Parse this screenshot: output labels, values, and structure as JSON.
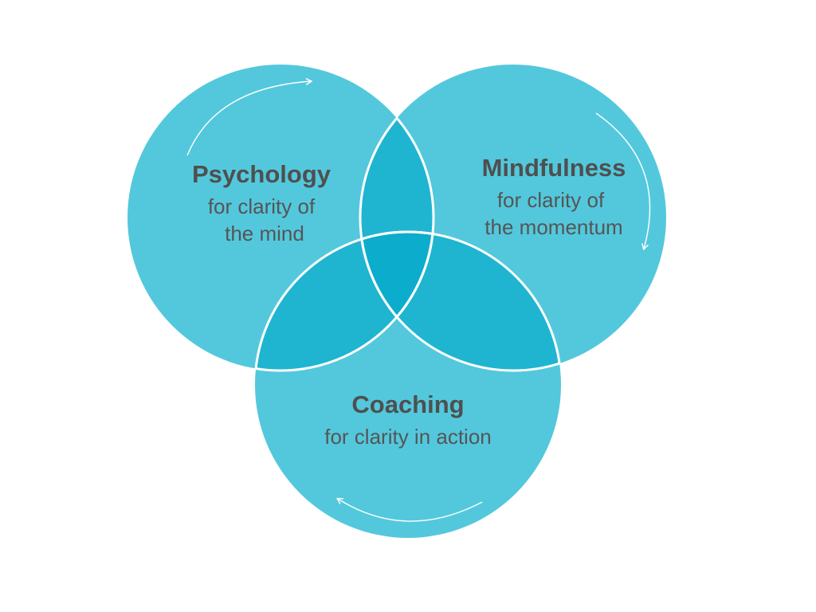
{
  "diagram": {
    "colors": {
      "circle_fill": "#53c8dc",
      "pair_overlap_fill": "#1fb5d1",
      "center_overlap_fill": "#0cadcc",
      "outline": "#ffffff",
      "text": "#555555"
    },
    "circles": [
      {
        "id": "psychology",
        "title": "Psychology",
        "line1": "for clarity of",
        "line2": "the mind"
      },
      {
        "id": "mindfulness",
        "title": "Mindfulness",
        "line1": "for clarity of",
        "line2": "the momentum"
      },
      {
        "id": "coaching",
        "title": "Coaching",
        "line1": "for clarity in action"
      }
    ]
  }
}
